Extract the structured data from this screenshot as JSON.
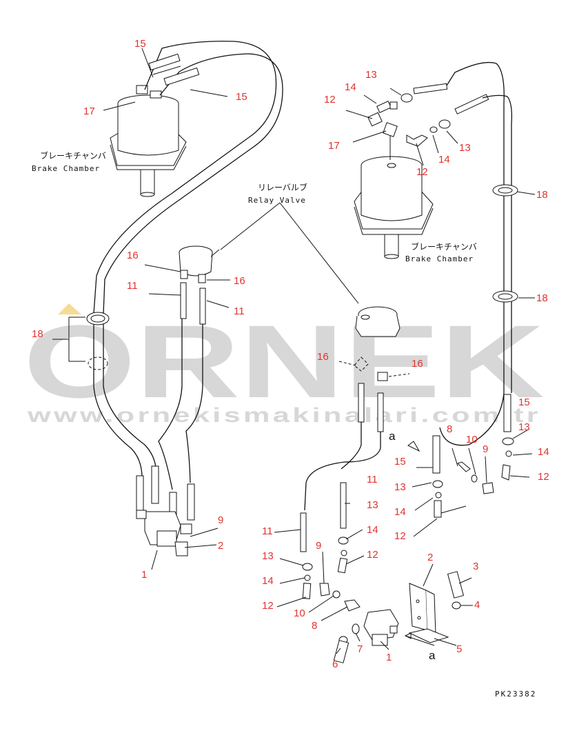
{
  "labels": {
    "brake_chamber_jp": "ブレーキチャンバ",
    "brake_chamber_en": "Brake Chamber",
    "relay_valve_jp": "リレーバルブ",
    "relay_valve_en": "Relay Valve",
    "view_letter": "a",
    "drawing_code": "PK23382"
  },
  "watermark": {
    "logo": "ORNEK",
    "url": "www.ornekismakinalari.com.tr",
    "logo_color": "#b8b8b8",
    "accent_color": "#f2d27a"
  },
  "colors": {
    "callout": "#e0332e",
    "line": "#111111"
  },
  "callouts": {
    "c1": "1",
    "c2": "2",
    "c3": "3",
    "c4": "4",
    "c5": "5",
    "c6": "6",
    "c7": "7",
    "c8": "8",
    "c9": "9",
    "c10": "10",
    "c11": "11",
    "c12": "12",
    "c13": "13",
    "c14": "14",
    "c15": "15",
    "c16": "16",
    "c17": "17",
    "c18": "18"
  }
}
